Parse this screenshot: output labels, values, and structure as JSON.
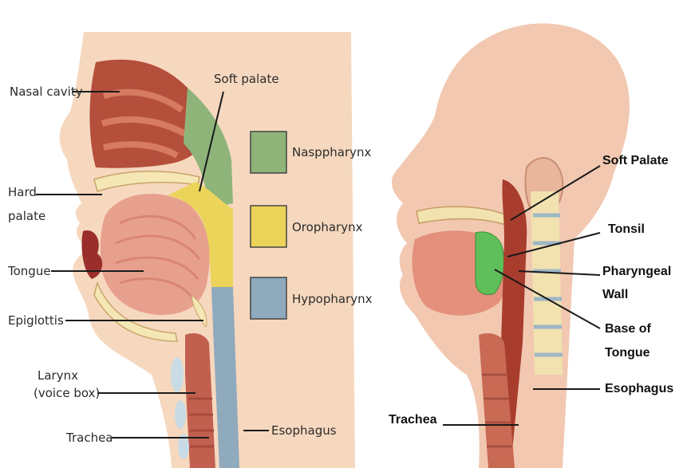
{
  "left_panel": {
    "labels": {
      "nasal_cavity": "Nasal cavity",
      "soft_palate": "Soft palate",
      "hard_palate_1": "Hard",
      "hard_palate_2": "palate",
      "tongue": "Tongue",
      "epiglottis": "Epiglottis",
      "larynx_1": "Larynx",
      "larynx_2": "(voice box)",
      "trachea": "Trachea",
      "esophagus": "Esophagus"
    },
    "legend": [
      {
        "label": "Nasppharynx",
        "color": "#8fb47a"
      },
      {
        "label": "Oropharynx",
        "color": "#ecd45a"
      },
      {
        "label": "Hypopharynx",
        "color": "#8fa9bd"
      }
    ]
  },
  "right_panel": {
    "labels": {
      "soft_palate": "Soft Palate",
      "tonsil": "Tonsil",
      "pharyngeal_wall_1": "Pharyngeal",
      "pharyngeal_wall_2": "Wall",
      "base_of_tongue_1": "Base of",
      "base_of_tongue_2": "Tongue",
      "esophagus": "Esophagus",
      "trachea": "Trachea"
    },
    "tongue_base_color": "#5fbf5a"
  }
}
